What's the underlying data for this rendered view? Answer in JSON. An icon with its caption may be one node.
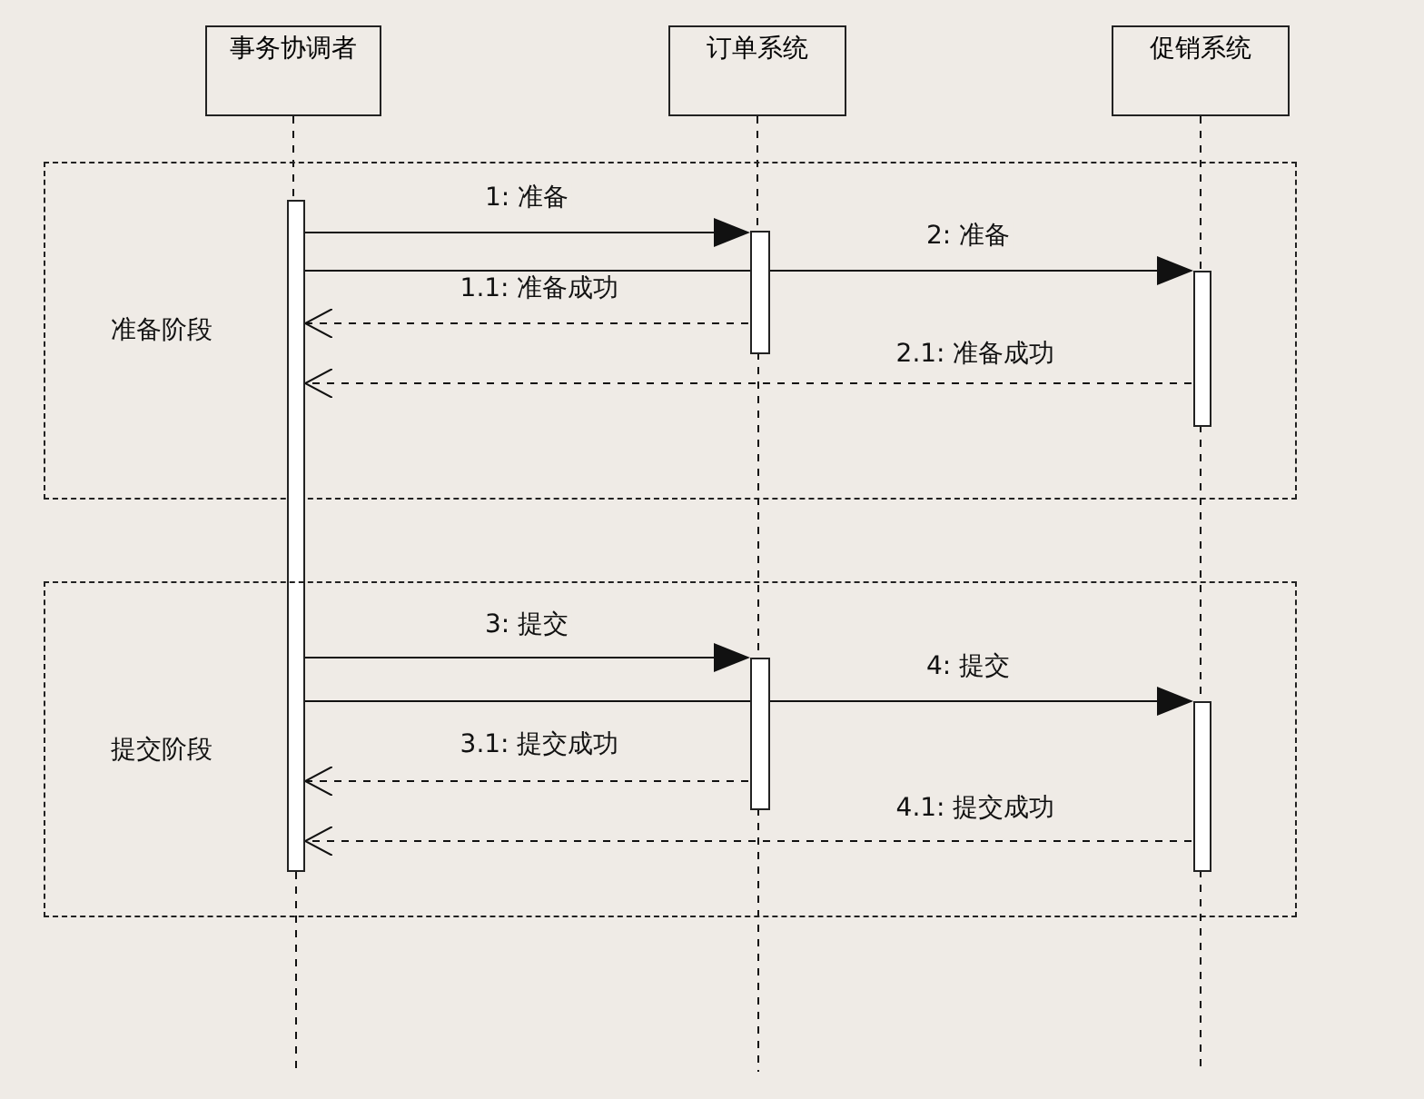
{
  "diagram": {
    "nodes": [
      {
        "text": [
          "事务协调者"
        ]
      },
      {
        "text": [
          "订单系统"
        ]
      },
      {
        "text": [
          "促销系统"
        ]
      },
      {
        "text": [
          "准备阶段"
        ]
      },
      {
        "text": [],
        "shape": "bar"
      },
      {
        "text": [],
        "shape": "bar",
        "in": 3
      },
      {
        "text": [],
        "shape": "bar",
        "in": 3
      },
      {
        "text": [
          "提交阶段"
        ]
      },
      {
        "text": [],
        "shape": "bar",
        "in": 7
      },
      {
        "text": [],
        "shape": "bar",
        "in": 7
      }
    ],
    "edges": [
      {
        "from": 0,
        "to": 4,
        "arrow": "none",
        "style": "dashed"
      },
      {
        "from": 4,
        "to": null,
        "arrow": "none",
        "style": "dashed"
      },
      {
        "from": 1,
        "to": 5,
        "arrow": "none",
        "style": "dashed"
      },
      {
        "from": 5,
        "to": 8,
        "arrow": "none",
        "style": "dashed"
      },
      {
        "from": 8,
        "to": null,
        "arrow": "none",
        "style": "dashed"
      },
      {
        "from": 2,
        "to": 6,
        "arrow": "none",
        "style": "dashed"
      },
      {
        "from": 6,
        "to": 9,
        "arrow": "none",
        "style": "dashed"
      },
      {
        "from": 9,
        "to": null,
        "arrow": "none",
        "style": "dashed"
      },
      {
        "from": 4,
        "to": 5,
        "arrow": "to",
        "label": "1: 准备"
      },
      {
        "from": 4,
        "to": 6,
        "arrow": "to",
        "label": "2: 准备"
      },
      {
        "from": 5,
        "to": 4,
        "arrow": "to",
        "label": "1.1: 准备成功",
        "style": "dashed"
      },
      {
        "from": 6,
        "to": 4,
        "arrow": "to",
        "label": "2.1: 准备成功",
        "style": "dashed"
      },
      {
        "from": 4,
        "to": 8,
        "arrow": "to",
        "label": "3: 提交"
      },
      {
        "from": 4,
        "to": 9,
        "arrow": "to",
        "label": "4: 提交"
      },
      {
        "from": 8,
        "to": 4,
        "arrow": "to",
        "label": "3.1: 提交成功",
        "style": "dashed"
      },
      {
        "from": 9,
        "to": 4,
        "arrow": "to",
        "label": "4.1: 提交成功",
        "style": "dashed"
      }
    ]
  }
}
